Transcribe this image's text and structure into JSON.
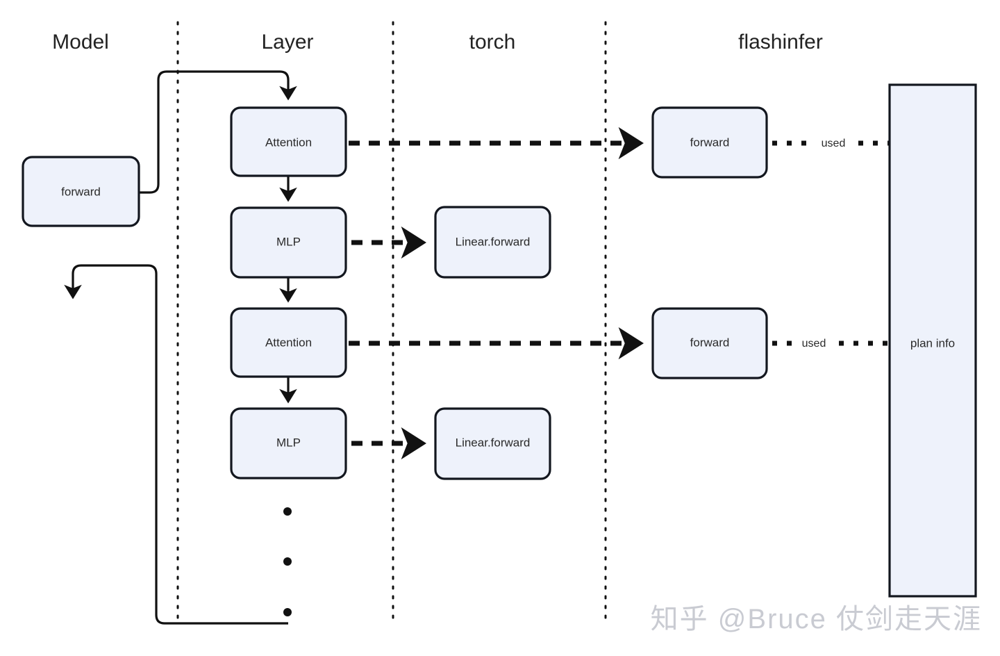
{
  "diagram": {
    "title": "Model / Layer / torch / flashinfer call-flow",
    "background": "#ffffff",
    "box_fill": "#eef2fb",
    "box_stroke": "#13171f",
    "line_color": "#111111",
    "watermark": "知乎 @Bruce 仗剑走天涯"
  },
  "columns": [
    {
      "id": "model",
      "label": "Model"
    },
    {
      "id": "layer",
      "label": "Layer"
    },
    {
      "id": "torch",
      "label": "torch"
    },
    {
      "id": "flashinfer",
      "label": "flashinfer"
    }
  ],
  "nodes": {
    "model_forward": {
      "label": "forward"
    },
    "layer_attention_1": {
      "label": "Attention"
    },
    "layer_mlp_1": {
      "label": "MLP"
    },
    "layer_attention_2": {
      "label": "Attention"
    },
    "layer_mlp_2": {
      "label": "MLP"
    },
    "torch_linear_forward_1": {
      "label": "Linear.forward"
    },
    "torch_linear_forward_2": {
      "label": "Linear.forward"
    },
    "flashinfer_forward_1": {
      "label": "forward"
    },
    "flashinfer_forward_2": {
      "label": "forward"
    },
    "plan_info": {
      "label": "plan info"
    }
  },
  "edge_labels": {
    "used_1": "used",
    "used_2": "used"
  },
  "ellipsis": {
    "count": 3,
    "glyph": "•"
  }
}
